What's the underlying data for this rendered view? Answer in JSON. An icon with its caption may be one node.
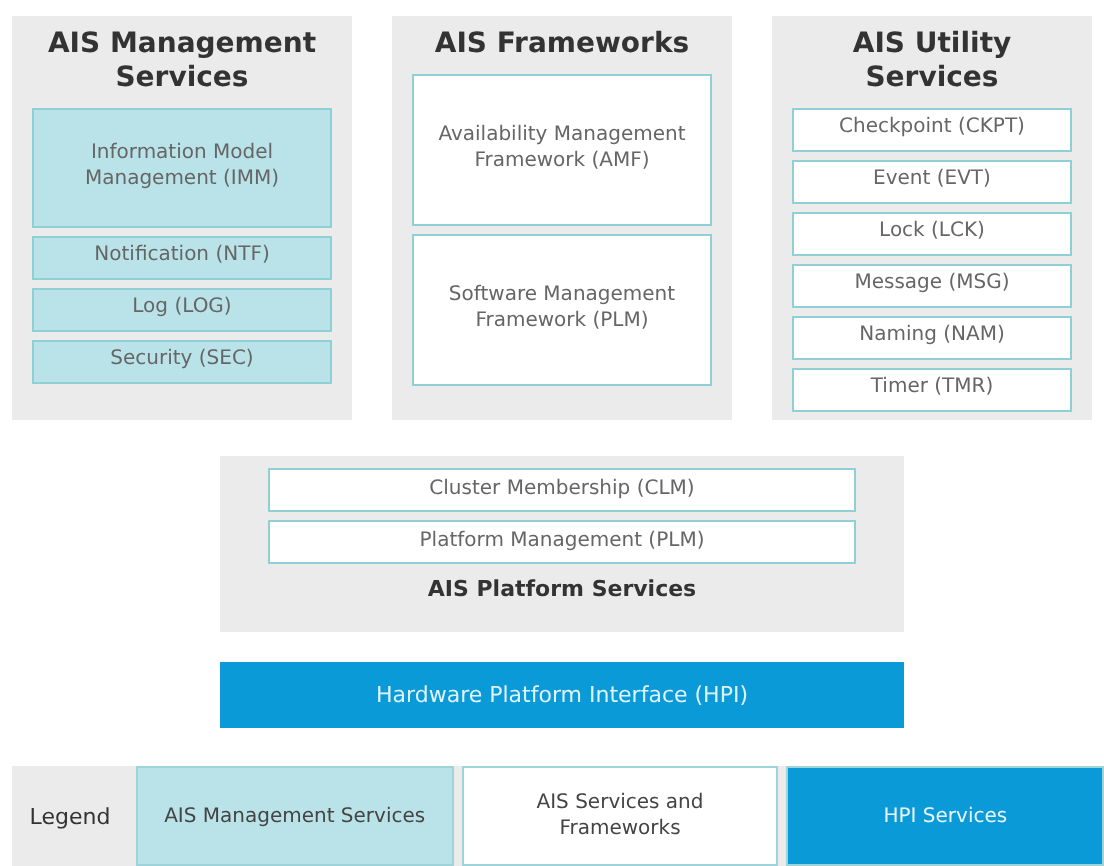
{
  "diagram": {
    "nodes": [
      {
        "text": [
          "AIS Management Services"
        ]
      },
      {
        "text": [
          "Information Model Management (IMM)"
        ],
        "in": 0
      },
      {
        "text": [
          "Notification (NTF)"
        ],
        "in": 0
      },
      {
        "text": [
          "Log (LOG)"
        ],
        "in": 0
      },
      {
        "text": [
          "Security (SEC)"
        ],
        "in": 0
      },
      {
        "text": [
          "AIS Frameworks"
        ]
      },
      {
        "text": [
          "Availability Management Framework (AMF)"
        ],
        "in": 5
      },
      {
        "text": [
          "Software Management Framework (PLM)"
        ],
        "in": 5
      },
      {
        "text": [
          "AIS Utility Services"
        ]
      },
      {
        "text": [
          "Checkpoint (CKPT)"
        ],
        "in": 8
      },
      {
        "text": [
          "Event (EVT)"
        ],
        "in": 8
      },
      {
        "text": [
          "Lock (LCK)"
        ],
        "in": 8
      },
      {
        "text": [
          "Message (MSG)"
        ],
        "in": 8
      },
      {
        "text": [
          "Naming (NAM)"
        ],
        "in": 8
      },
      {
        "text": [
          "Timer (TMR)"
        ],
        "in": 8
      },
      {
        "text": [
          "AIS Platform Services"
        ]
      },
      {
        "text": [
          "Cluster Membership (CLM)"
        ],
        "in": 15
      },
      {
        "text": [
          "Platform Management (PLM)"
        ],
        "in": 15
      },
      {
        "text": [
          "Hardware Platform Interface (HPI)"
        ]
      }
    ],
    "labels": [
      "Legend"
    ],
    "legend": [
      {
        "text": "AIS Management Services",
        "color": "#b9e3e8"
      },
      {
        "text": "AIS Services and Frameworks",
        "color": "#ffffff"
      },
      {
        "text": "HPI Services",
        "color": "#0b9ad8"
      }
    ]
  }
}
